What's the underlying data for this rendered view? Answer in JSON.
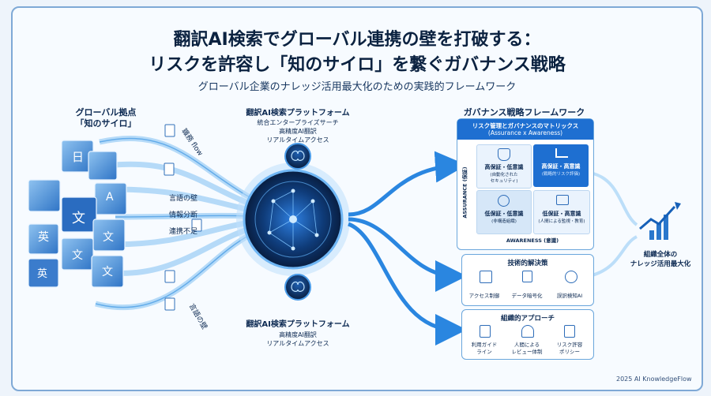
{
  "title": {
    "line1": "翻訳AI検索でグローバル連携の壁を打破する：",
    "line2": "リスクを許容し「知のサイロ」を繋ぐガバナンス戦略",
    "subtitle": "グローバル企業のナレッジ活用最大化のための実践的フレームワーク"
  },
  "left": {
    "heading_line1": "グローバル拠点",
    "heading_line2": "「知のサイロ」",
    "tile_glyphs": [
      "日",
      "英",
      "文",
      "A",
      "文",
      "文",
      "英",
      "文"
    ],
    "labels": {
      "flow": "職務 flow",
      "language_wall": "言語の壁",
      "info_split": "情報分断",
      "no_link": "連携不足",
      "wall": "言語の壁"
    }
  },
  "center": {
    "top_title": "翻訳AI検索プラットフォーム",
    "top_items": [
      "統合エンタープライズサーチ",
      "高精度AI翻訳",
      "リアルタイムアクセス"
    ],
    "bottom_title": "翻訳AI検索プラットフォーム",
    "bottom_items": [
      "高精度AI翻訳",
      "リアルタイムアクセス"
    ]
  },
  "right": {
    "heading": "ガバナンス戦略フレームワーク",
    "matrix": {
      "title_line1": "リスク管理とガバナンスのマトリックス",
      "title_line2": "(Assurance x Awareness)",
      "y_axis": "ASSURANCE (保証)",
      "x_axis": "AWARENESS (意識)",
      "cells": [
        {
          "title": "高保証・低意識",
          "sub1": "(自動化された",
          "sub2": "セキュリティ)"
        },
        {
          "title": "高保証・高意識",
          "sub1": "(戦略的リスク評価)",
          "sub2": ""
        },
        {
          "title": "低保証・低意識",
          "sub1": "(非構造組織)",
          "sub2": ""
        },
        {
          "title": "低保証・高意識",
          "sub1": "(人間による監視・教育)",
          "sub2": ""
        }
      ]
    },
    "tech": {
      "title": "技術的解決策",
      "items": [
        "アクセス制御",
        "データ暗号化",
        "誤訳検知AI"
      ]
    },
    "org": {
      "title": "組織的アプローチ",
      "items": [
        {
          "line1": "利用ガイド",
          "line2": "ライン"
        },
        {
          "line1": "人間による",
          "line2": "レビュー体制"
        },
        {
          "line1": "リスク許容",
          "line2": "ポリシー"
        }
      ]
    }
  },
  "outcome": {
    "line1": "組織全体の",
    "line2": "ナレッジ活用最大化"
  },
  "footer": "2025 AI KnowledgeFlow",
  "colors": {
    "accent": "#1e6fd1",
    "dark": "#0b2240",
    "flow": "#8cc4f2",
    "hub": "#0b2a55"
  }
}
